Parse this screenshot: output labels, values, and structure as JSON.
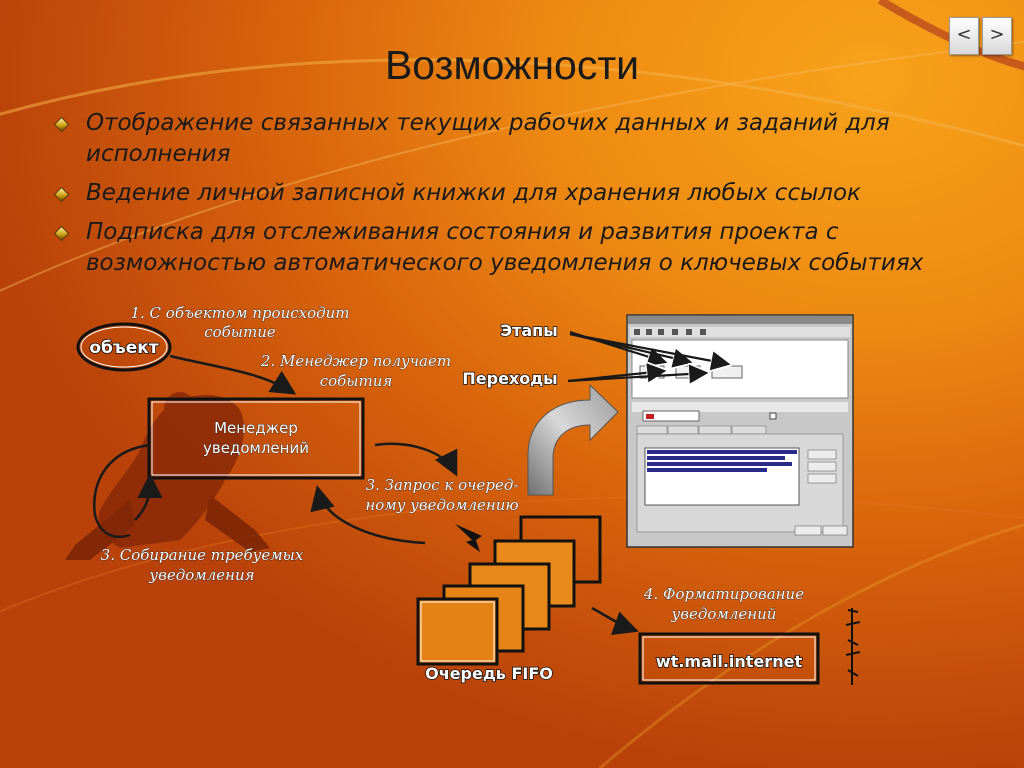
{
  "slide": {
    "title": "Возможности",
    "nav": {
      "prev_label": "<",
      "next_label": ">"
    },
    "bullets": [
      {
        "text": "Отображение связанных текущих рабочих данных и заданий для исполнения"
      },
      {
        "text": "Ведение личной записной книжки для хранения любых ссылок"
      },
      {
        "text": "Подписка для отслеживания состояния и развития проекта с возможностью автоматического уведомления о ключевых событиях"
      }
    ]
  },
  "diagram": {
    "object_label": "объект",
    "step1": [
      "1. С объектом происходит",
      "событие"
    ],
    "step2": [
      "2. Менеджер получает",
      "события"
    ],
    "manager": [
      "Менеджер",
      "уведомлений"
    ],
    "step3_query": [
      "3. Запрос к очеред-",
      "ному уведомлению"
    ],
    "step3_collect": [
      "3. Собирание требуемых",
      "уведомления"
    ],
    "queue_label": "Очередь FIFO",
    "step4": [
      "4. Форматирование",
      "уведомлений"
    ],
    "mail_label": "wt.mail.internet",
    "stages_label": "Этапы",
    "transitions_label": "Переходы"
  },
  "colors": {
    "background": "#ee8a12",
    "text": "#1a1a1a"
  }
}
